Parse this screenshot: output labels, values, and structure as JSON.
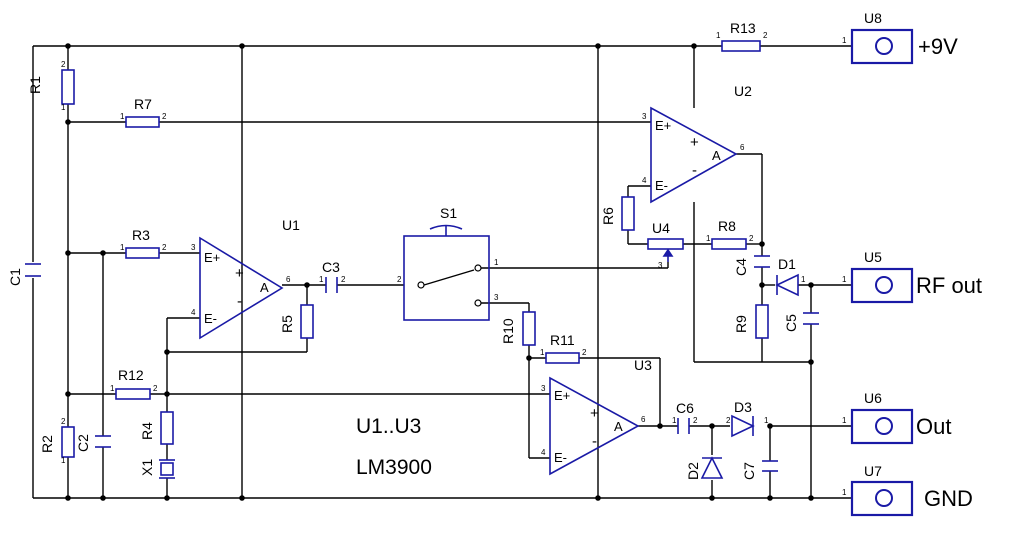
{
  "colors": {
    "wire": "#000000",
    "component": "#1a1aa6",
    "background": "#ffffff"
  },
  "chip_note": {
    "line1": "U1..U3",
    "line2": "LM3900"
  },
  "labels": {
    "R1": "R1",
    "R2": "R2",
    "R3": "R3",
    "R4": "R4",
    "R5": "R5",
    "R6": "R6",
    "R7": "R7",
    "R8": "R8",
    "R9": "R9",
    "R10": "R10",
    "R11": "R11",
    "R12": "R12",
    "R13": "R13",
    "C1": "C1",
    "C2": "C2",
    "C3": "C3",
    "C4": "C4",
    "C5": "C5",
    "C6": "C6",
    "C7": "C7",
    "D1": "D1",
    "D2": "D2",
    "D3": "D3",
    "X1": "X1",
    "S1": "S1",
    "U1": "U1",
    "U2": "U2",
    "U3": "U3",
    "U4": "U4",
    "U5": "U5",
    "U6": "U6",
    "U7": "U7",
    "U8": "U8"
  },
  "connectors": {
    "vcc": "+9V",
    "rf_out": "RF  out",
    "out": "Out",
    "gnd": "GND"
  },
  "opamp_pins": {
    "plus": "E+",
    "minus": "E-",
    "out": "A",
    "sign_plus": "+",
    "sign_minus": "-"
  },
  "pins": {
    "p1": "1",
    "p2": "2",
    "p3": "3",
    "p4": "4",
    "p6": "6"
  }
}
